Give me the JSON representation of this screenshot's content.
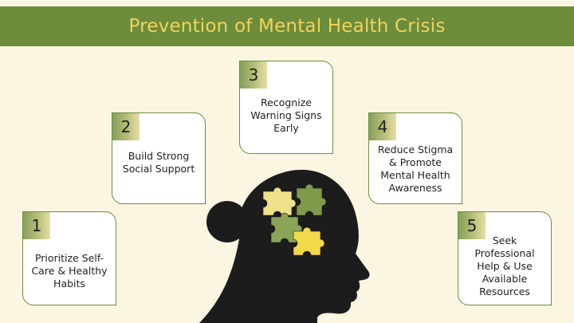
{
  "title": "Prevention of Mental Health Crisis",
  "steps": [
    {
      "number": "1",
      "text": "Prioritize Self-Care & Healthy Habits"
    },
    {
      "number": "2",
      "text": "Build Strong Social Support"
    },
    {
      "number": "3",
      "text": "Recognize Warning Signs Early"
    },
    {
      "number": "4",
      "text": "Reduce Stigma & Promote Mental Health Awareness"
    },
    {
      "number": "5",
      "text": "Seek Professional Help & Use Available Resources"
    }
  ],
  "colors": {
    "background": "#faf6e1",
    "banner": "#6b8d3c",
    "title_text": "#f2d35b",
    "silhouette": "#1c1c1c",
    "puzzle_green": "#7f9a4a",
    "puzzle_yellow": "#f1d94a",
    "puzzle_pale": "#efe08a"
  },
  "illustration": "head-silhouette-with-puzzle-pieces"
}
